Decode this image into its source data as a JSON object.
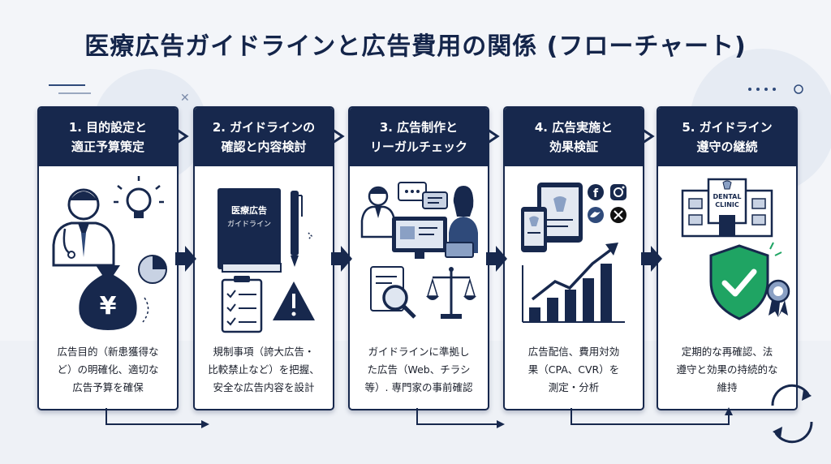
{
  "title": "医療広告ガイドラインと広告費用の関係 (フローチャート)",
  "steps": [
    {
      "title_line1": "1. 目的設定と",
      "title_line2": "適正予算策定",
      "desc_line1": "広告目的（新患獲得な",
      "desc_line2": "ど）の明確化、適切な",
      "desc_line3": "広告予算を確保",
      "illustration_icons": [
        "doctor-icon",
        "lightbulb-icon",
        "money-bag-icon",
        "pie-chart-icon"
      ],
      "money_symbol": "¥"
    },
    {
      "title_line1": "2. ガイドラインの",
      "title_line2": "確認と内容検討",
      "desc_line1": "規制事項（誇大広告・",
      "desc_line2": "比較禁止など）を把握、",
      "desc_line3": "安全な広告内容を設計",
      "illustration_icons": [
        "book-icon",
        "pen-icon",
        "checklist-icon",
        "warning-icon"
      ],
      "book_line1": "医療広告",
      "book_line2": "ガイドライン"
    },
    {
      "title_line1": "3. 広告制作と",
      "title_line2": "リーガルチェック",
      "desc_line1": "ガイドラインに準拠し",
      "desc_line2": "た広告（Web、チラシ",
      "desc_line3": "等）. 専門家の事前確認",
      "illustration_icons": [
        "doctor-icon",
        "chat-bubble-icon",
        "monitor-icon",
        "woman-with-laptop-icon",
        "magnifier-icon",
        "scales-icon"
      ]
    },
    {
      "title_line1": "4. 広告実施と",
      "title_line2": "効果検証",
      "desc_line1": "広告配信、費用対効",
      "desc_line2": "果（CPA、CVR）を",
      "desc_line3": "測定・分析",
      "illustration_icons": [
        "tablet-icon",
        "smartphone-icon",
        "facebook-icon",
        "instagram-icon",
        "twitter-icon",
        "x-icon",
        "bar-chart-icon",
        "trend-arrow-icon"
      ]
    },
    {
      "title_line1": "5. ガイドライン",
      "title_line2": "遵守の継続",
      "desc_line1": "定期的な再確認、法",
      "desc_line2": "遵守と効果の持続的な",
      "desc_line3": "維持",
      "illustration_icons": [
        "clinic-building-icon",
        "shield-check-icon",
        "award-badge-icon",
        "cycle-arrows-icon"
      ],
      "clinic_line1": "DENTAL",
      "clinic_line2": "CLINIC"
    }
  ],
  "colors": {
    "navy": "#17284d",
    "navy_light": "#2f4a7a",
    "green": "#1fa463",
    "background": "#f3f5f9"
  }
}
